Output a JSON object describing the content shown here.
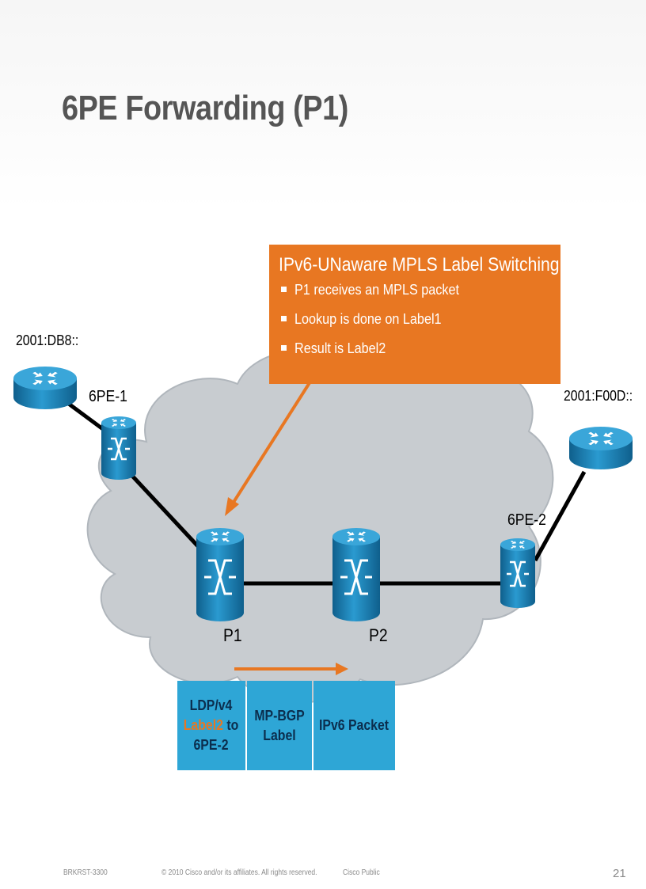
{
  "title": "6PE Forwarding (P1)",
  "callout": {
    "heading": "IPv6-UNaware MPLS Label Switching:",
    "bullets": [
      "P1 receives an MPLS packet",
      "Lookup is done on Label1",
      "Result is Label2"
    ]
  },
  "nodes": {
    "ce_left_prefix": "2001:DB8::",
    "ce_right_prefix": "2001:F00D::",
    "pe1": "6PE-1",
    "pe2": "6PE-2",
    "p1": "P1",
    "p2": "P2"
  },
  "packet": {
    "ldp_line1": "LDP/v4",
    "ldp_label": "Label2",
    "ldp_to": " to",
    "ldp_line3": "6PE-2",
    "mpbgp_line1": "MP-BGP",
    "mpbgp_line2": "Label",
    "ipv6": "IPv6 Packet"
  },
  "footer": {
    "code": "BRKRST-3300",
    "copyright": "© 2010 Cisco and/or its affiliates. All rights reserved.",
    "classification": "Cisco Public",
    "page": "21"
  },
  "colors": {
    "accent_orange": "#e87722",
    "packet_blue": "#2ea6d6",
    "device_blue": "#1d7fb4",
    "cloud_gray": "#c8ccd0"
  }
}
